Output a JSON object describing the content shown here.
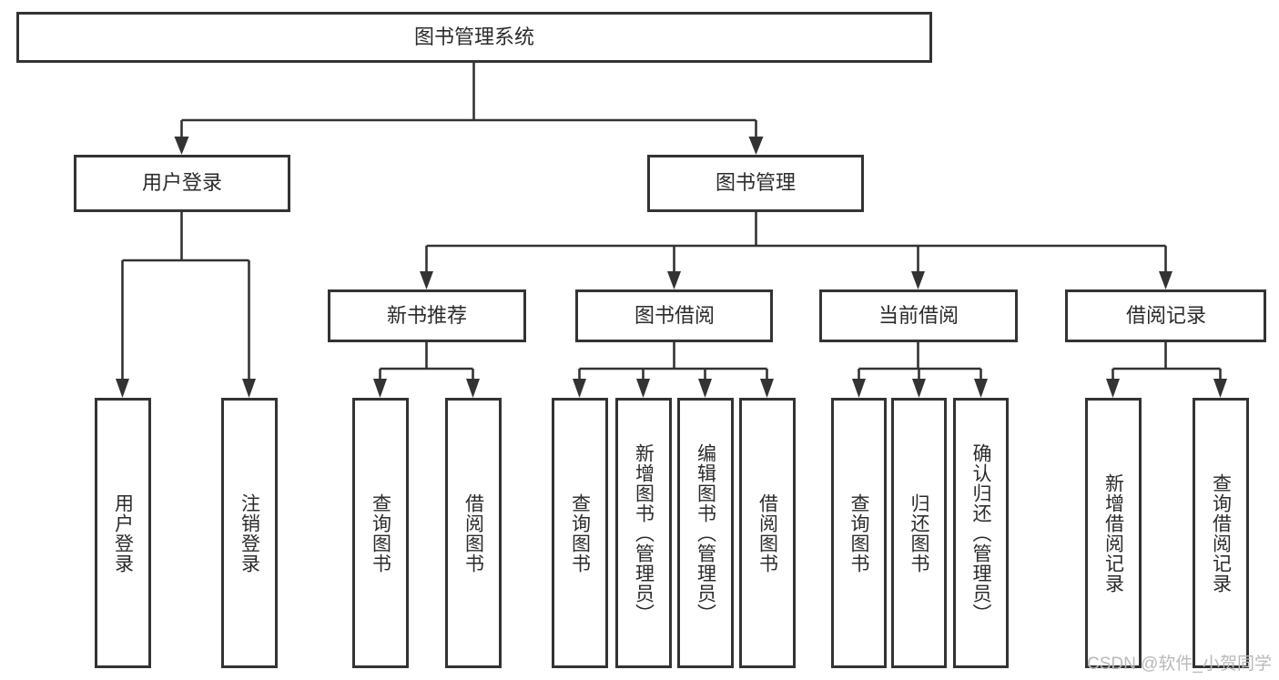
{
  "diagram": {
    "type": "hierarchy-tree",
    "title": "图书管理系统",
    "watermark": "CSDN @软件_小贺同学",
    "levels": [
      {
        "level": 1,
        "nodes": [
          {
            "id": "root",
            "label": "图书管理系统",
            "orientation": "horizontal"
          }
        ]
      },
      {
        "level": 2,
        "nodes": [
          {
            "id": "login",
            "label": "用户登录",
            "orientation": "horizontal",
            "parent": "root"
          },
          {
            "id": "bookmgmt",
            "label": "图书管理",
            "orientation": "horizontal",
            "parent": "root"
          }
        ]
      },
      {
        "level": 3,
        "nodes": [
          {
            "id": "newbook",
            "label": "新书推荐",
            "orientation": "horizontal",
            "parent": "bookmgmt"
          },
          {
            "id": "borrow",
            "label": "图书借阅",
            "orientation": "horizontal",
            "parent": "bookmgmt"
          },
          {
            "id": "current",
            "label": "当前借阅",
            "orientation": "horizontal",
            "parent": "bookmgmt"
          },
          {
            "id": "record",
            "label": "借阅记录",
            "orientation": "horizontal",
            "parent": "bookmgmt"
          }
        ]
      },
      {
        "level": 4,
        "nodes": [
          {
            "id": "leaf1",
            "label": "用户登录",
            "orientation": "vertical",
            "parent": "login"
          },
          {
            "id": "leaf2",
            "label": "注销登录",
            "orientation": "vertical",
            "parent": "login"
          },
          {
            "id": "leaf3",
            "label": "查询图书",
            "orientation": "vertical",
            "parent": "newbook"
          },
          {
            "id": "leaf4",
            "label": "借阅图书",
            "orientation": "vertical",
            "parent": "newbook"
          },
          {
            "id": "leaf5",
            "label": "查询图书",
            "orientation": "vertical",
            "parent": "borrow"
          },
          {
            "id": "leaf6",
            "label": "新增图书（管理员）",
            "orientation": "vertical",
            "parent": "borrow"
          },
          {
            "id": "leaf7",
            "label": "编辑图书（管理员）",
            "orientation": "vertical",
            "parent": "borrow"
          },
          {
            "id": "leaf8",
            "label": "借阅图书",
            "orientation": "vertical",
            "parent": "borrow"
          },
          {
            "id": "leaf9",
            "label": "查询图书",
            "orientation": "vertical",
            "parent": "current"
          },
          {
            "id": "leaf10",
            "label": "归还图书",
            "orientation": "vertical",
            "parent": "current"
          },
          {
            "id": "leaf11",
            "label": "确认归还（管理员）",
            "orientation": "vertical",
            "parent": "current"
          },
          {
            "id": "leaf12",
            "label": "新增借阅记录",
            "orientation": "vertical",
            "parent": "record"
          },
          {
            "id": "leaf13",
            "label": "查询借阅记录",
            "orientation": "vertical",
            "parent": "record"
          }
        ]
      }
    ],
    "colors": {
      "box_stroke": "#333333",
      "box_fill": "#ffffff",
      "connector": "#333333",
      "text": "#2b2b2b",
      "watermark": "#b9b9b9",
      "background": "#ffffff"
    }
  }
}
